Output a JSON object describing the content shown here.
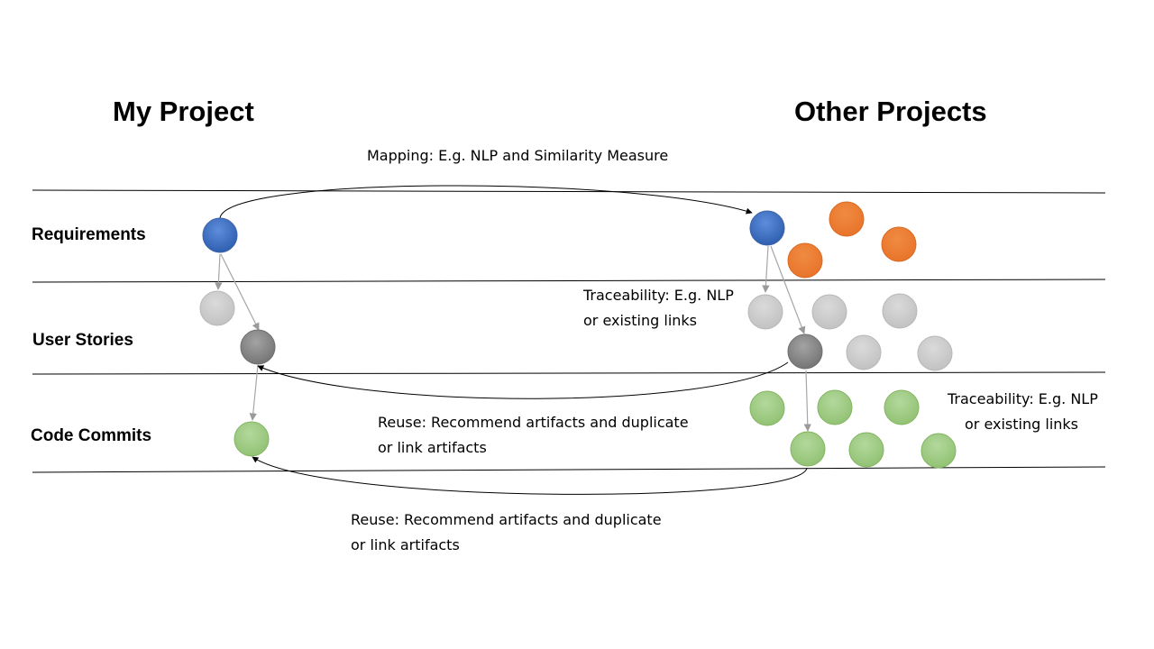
{
  "headers": {
    "my_project": "My Project",
    "other_projects": "Other Projects"
  },
  "rows": {
    "requirements": "Requirements",
    "user_stories": "User Stories",
    "code_commits": "Code Commits"
  },
  "annotations": {
    "mapping": "Mapping: E.g. NLP and Similarity Measure",
    "traceability_left": [
      "Traceability: E.g. NLP",
      "or existing links"
    ],
    "traceability_right": [
      "Traceability: E.g. NLP",
      "or existing links"
    ],
    "reuse_upper": [
      "Reuse: Recommend artifacts and duplicate",
      "or link artifacts"
    ],
    "reuse_lower": [
      "Reuse: Recommend artifacts and duplicate",
      "or link artifacts"
    ]
  },
  "colors": {
    "requirement_node": "#4472C4",
    "other_requirement_node": "#ED7D31",
    "user_story_node": "#D0D0D0",
    "user_story_selected": "#8C8C8C",
    "code_commit_node": "#A9D18E",
    "lane_line": "#000000",
    "trace_arrow": "#A6A6A6"
  }
}
